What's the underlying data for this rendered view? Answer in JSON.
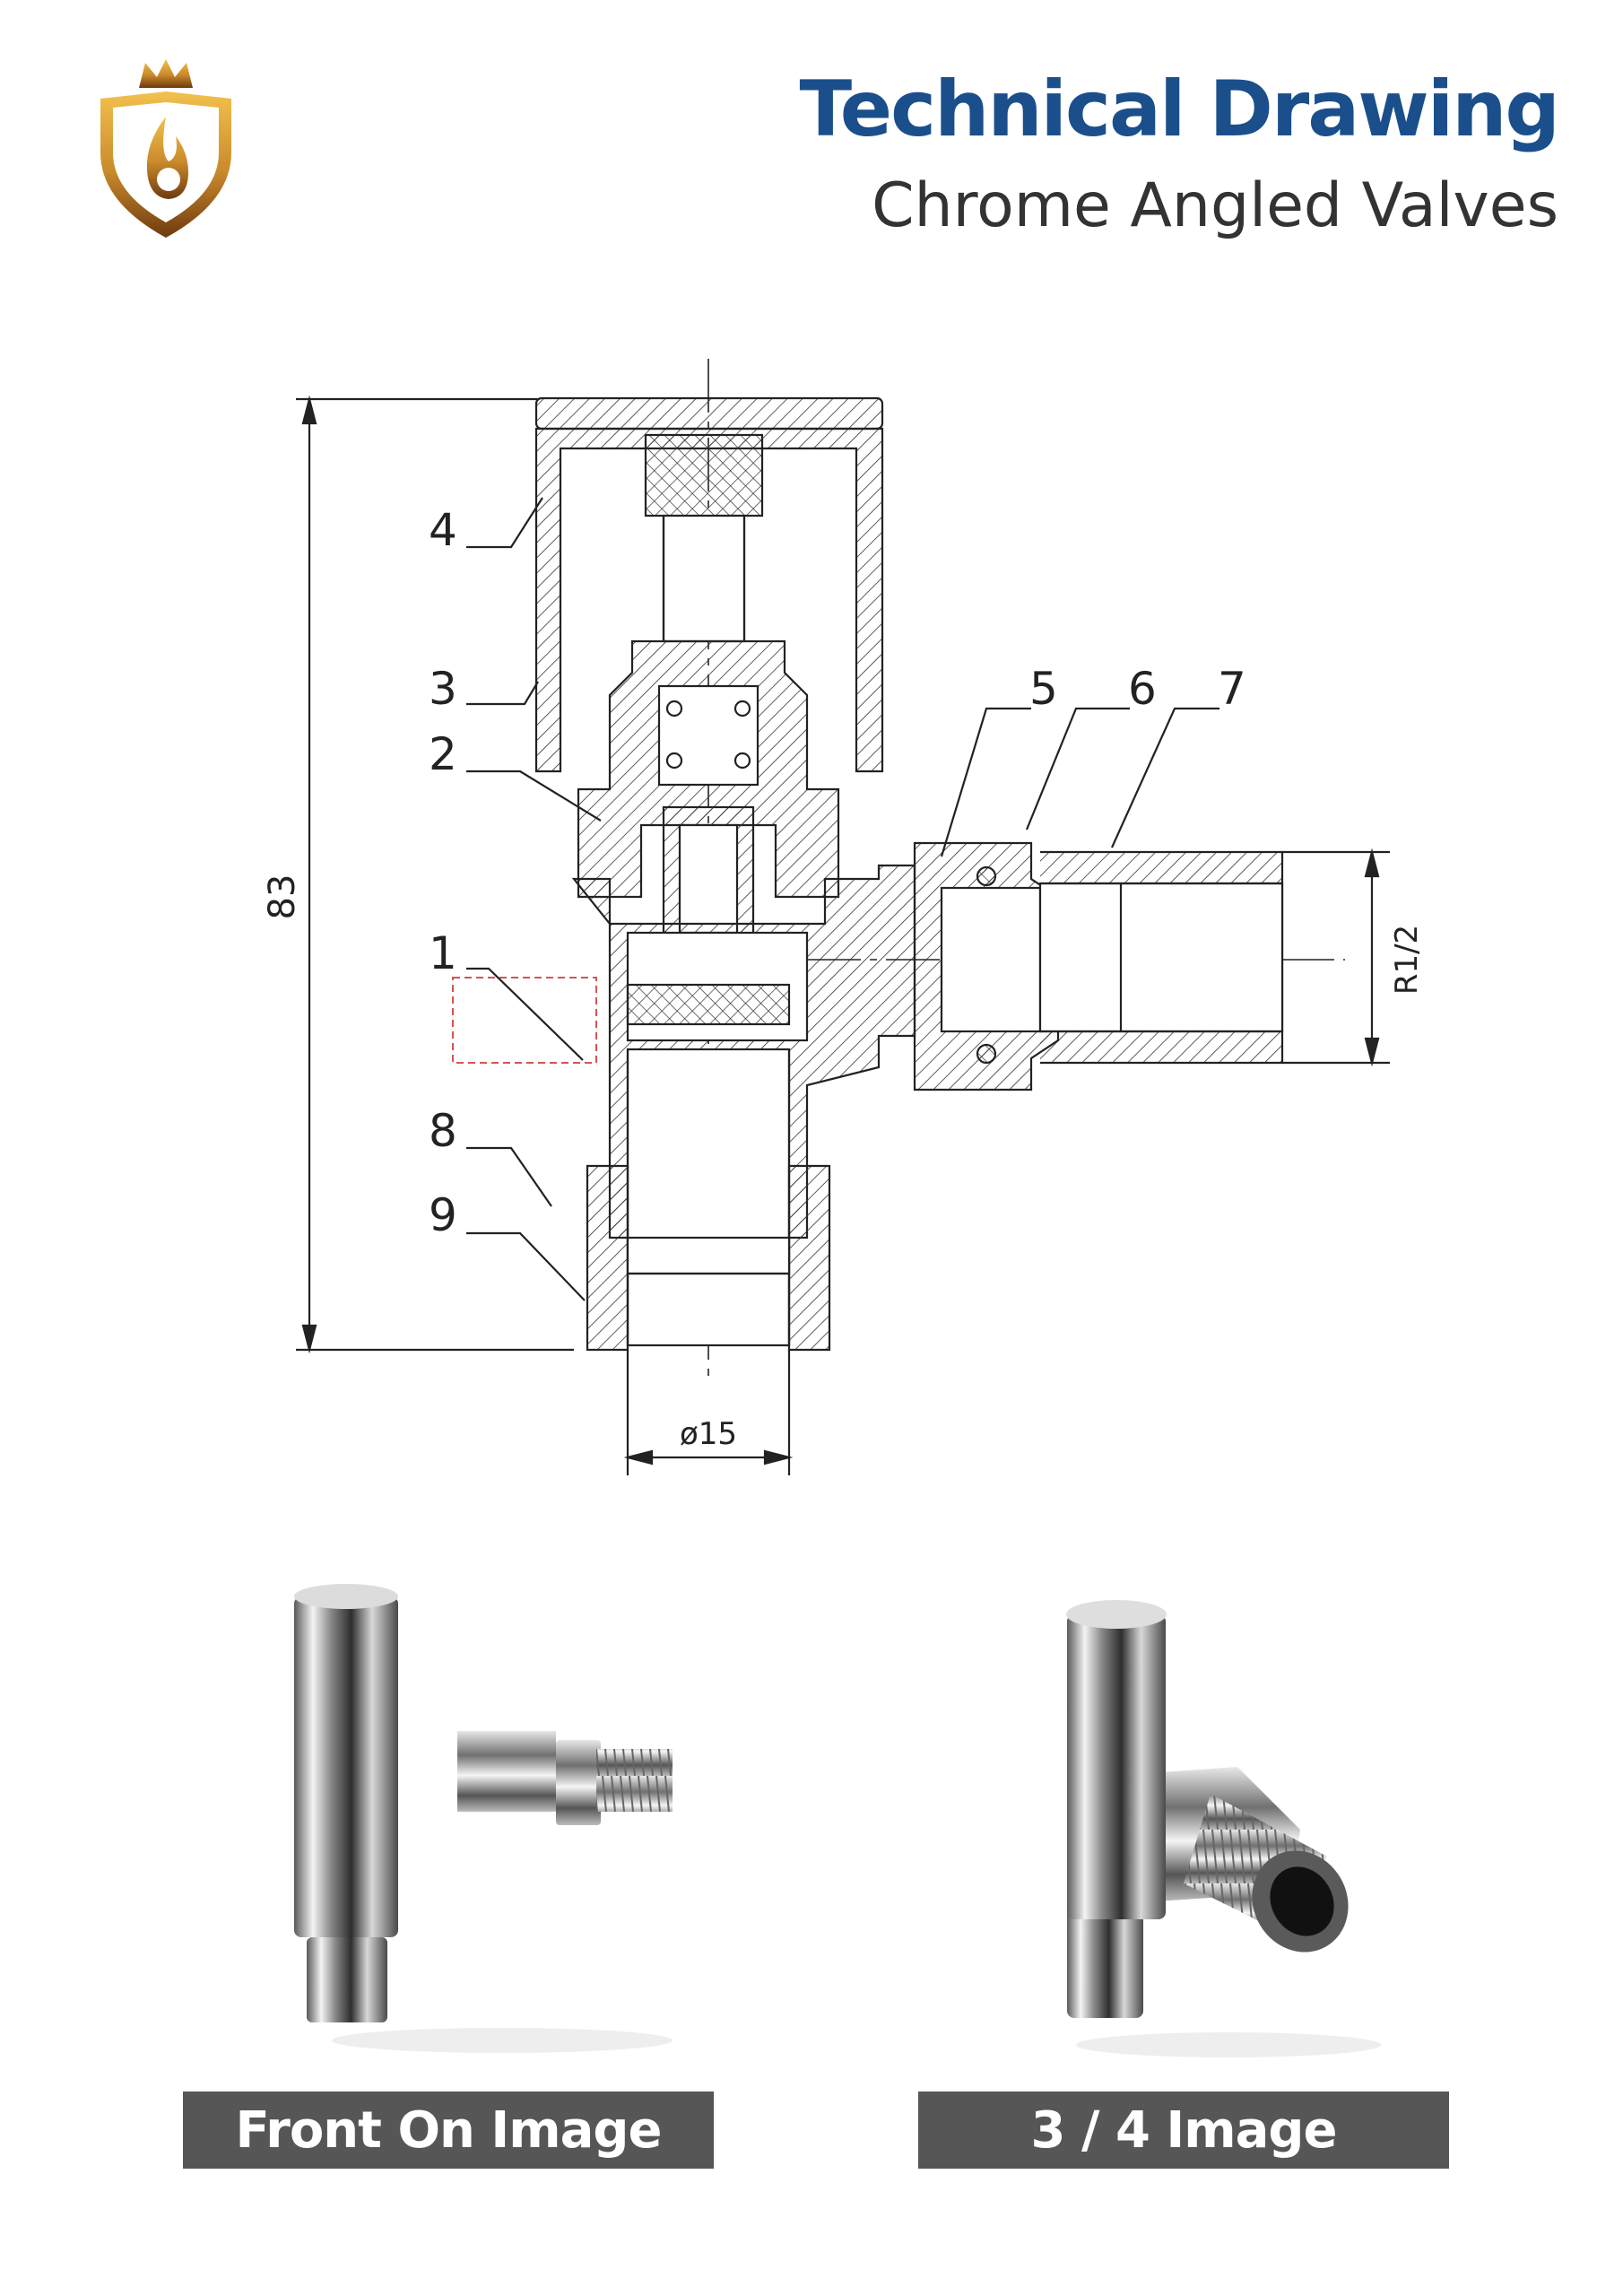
{
  "header": {
    "title": "Technical Drawing",
    "subtitle": "Chrome Angled Valves"
  },
  "drawing": {
    "height_dimension": "83",
    "pipe_diameter": "ø15",
    "thread_size": "R1/2",
    "part_callouts": [
      "1",
      "2",
      "3",
      "4",
      "5",
      "6",
      "7",
      "8",
      "9"
    ]
  },
  "images": [
    {
      "caption": "Front On Image"
    },
    {
      "caption": "3 / 4 Image"
    }
  ],
  "colors": {
    "title": "#1a4f8c",
    "subtitle": "#333333",
    "caption_bg": "#565656",
    "logo_gold": "#c98a2b",
    "highlight_box": "#d9534f"
  }
}
